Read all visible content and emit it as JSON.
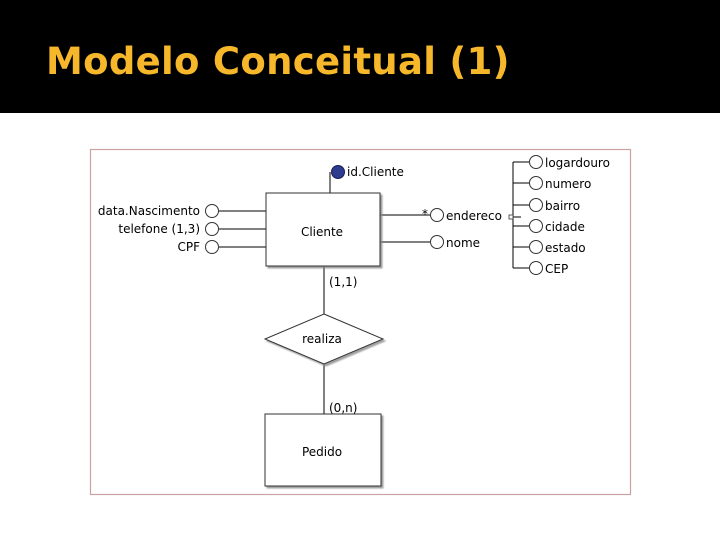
{
  "title": "Modelo Conceitual (1)",
  "diagram": {
    "entities": {
      "cliente": "Cliente",
      "pedido": "Pedido"
    },
    "relationship": "realiza",
    "cardinalities": {
      "cliente_side": "(1,1)",
      "pedido_side": "(0,n)"
    },
    "attributes": {
      "id": "id.Cliente",
      "left": [
        "data.Nascimento",
        "telefone (1,3)",
        "CPF"
      ],
      "right": [
        "endereco",
        "nome"
      ],
      "multivalued_marker": "*",
      "endereco_parts": [
        "logardouro",
        "numero",
        "bairro",
        "cidade",
        "estado",
        "CEP"
      ]
    }
  }
}
